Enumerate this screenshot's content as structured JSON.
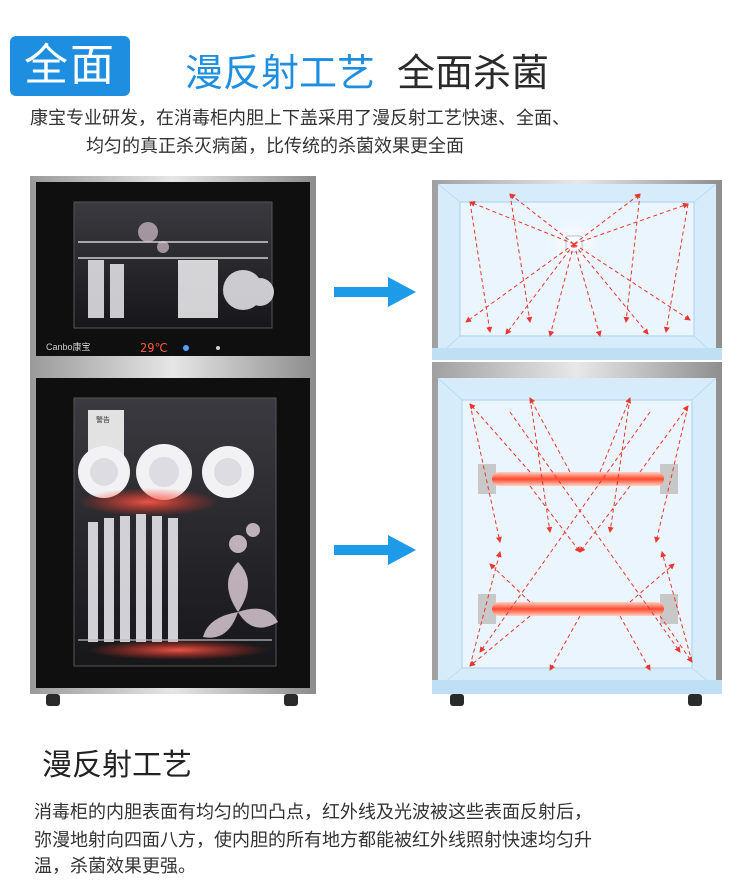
{
  "header": {
    "badge": "全面",
    "headline_blue": "漫反射工艺",
    "headline_dark": "全面杀菌"
  },
  "intro": {
    "line1": "康宝专业研发，在消毒柜内胆上下盖采用了漫反射工艺快速、全面、",
    "line2": "均匀的真正杀灭病菌，比传统的杀菌效果更全面"
  },
  "product": {
    "brand_logo": "Canbo康宝",
    "display_temp": "29℃",
    "warning_label": "警告"
  },
  "section": {
    "title": "漫反射工艺",
    "body_line1": "消毒柜的内胆表面有均匀的凹凸点，红外线及光波被这些表面反射后，",
    "body_line2": "弥漫地射向四面八方，使内胆的所有地方都能被红外线照射快速均匀升",
    "body_line3": "温，杀菌效果更强。"
  },
  "colors": {
    "accent_blue": "#1e8fe0",
    "ray_red": "#e8372f",
    "cabinet_black": "#0f0f0f",
    "inner_blue": "#cfe8fb"
  },
  "icons": [
    "arrow-right-icon",
    "heater-tube-icon",
    "light-source-icon"
  ]
}
